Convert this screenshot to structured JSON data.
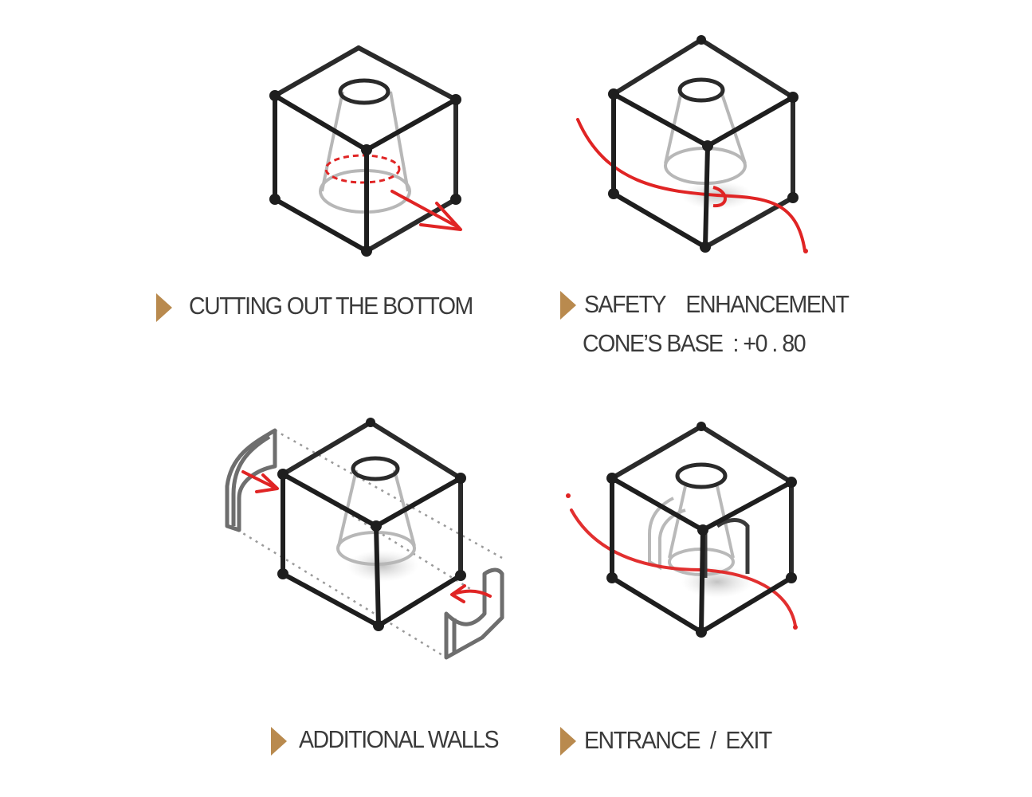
{
  "colors": {
    "ink": "#262626",
    "ghost": "#b3b3b3",
    "accent_red": "#e02424",
    "bullet": "#b98a4e",
    "caption_text": "#3a3a3a"
  },
  "panels": [
    {
      "id": "cutting",
      "caption": "CUTTING OUT THE BOTTOM"
    },
    {
      "id": "safety",
      "caption": "SAFETY    ENHANCEMENT",
      "subcaption": "CONE’S BASE  : +0 . 80"
    },
    {
      "id": "walls",
      "caption": "ADDITIONAL WALLS"
    },
    {
      "id": "entrance",
      "caption": "ENTRANCE  /  EXIT"
    }
  ],
  "icons": {
    "bullet": "triangle-bullet-icon"
  }
}
